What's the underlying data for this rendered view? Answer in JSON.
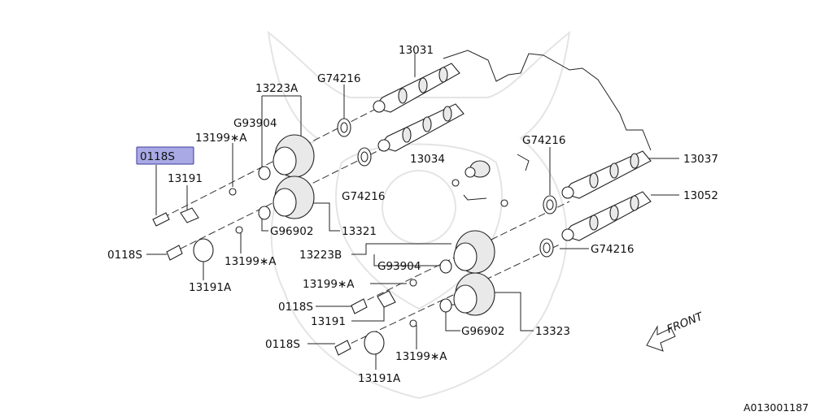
{
  "labels": {
    "p13031": "13031",
    "p13223a": "13223A",
    "g74216_top": "G74216",
    "g93904_top": "G93904",
    "p13199a_top": "13199∗A",
    "p0118s_selected": "0118S",
    "p13191_top": "13191",
    "p13034": "13034",
    "g74216_mid": "G74216",
    "g74216_right": "G74216",
    "p13037": "13037",
    "p13052": "13052",
    "g96902_top": "G96902",
    "p13321": "13321",
    "p0118s_left": "0118S",
    "p13199a_left": "13199∗A",
    "p13191a_left": "13191A",
    "p13223b": "13223B",
    "g93904_bot": "G93904",
    "g74216_bot": "G74216",
    "p13199a_bot1": "13199∗A",
    "p0118s_bot1": "0118S",
    "p13191_bot": "13191",
    "g96902_bot": "G96902",
    "p13323": "13323",
    "p0118s_bot2": "0118S",
    "p13199a_bot2": "13199∗A",
    "p13191a_bot": "13191A",
    "front": "FRONT"
  },
  "footer_code": "A013001187",
  "colors": {
    "highlight_fill": "#a9a9e6",
    "highlight_stroke": "#3a3a9a"
  }
}
